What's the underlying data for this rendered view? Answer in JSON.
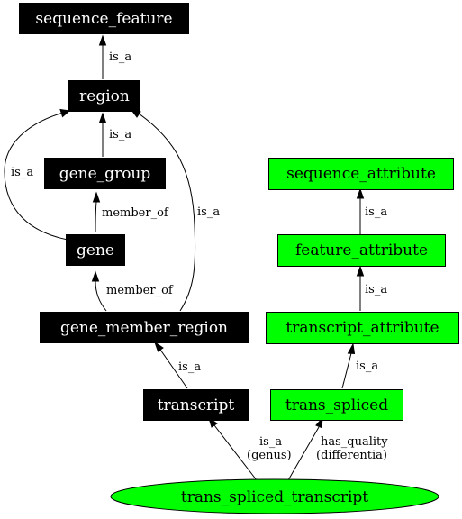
{
  "nodes": {
    "sequence_feature": "sequence_feature",
    "region": "region",
    "gene_group": "gene_group",
    "gene": "gene",
    "gene_member_region": "gene_member_region",
    "transcript": "transcript",
    "sequence_attribute": "sequence_attribute",
    "feature_attribute": "feature_attribute",
    "transcript_attribute": "transcript_attribute",
    "trans_spliced": "trans_spliced",
    "trans_spliced_transcript": "trans_spliced_transcript"
  },
  "edges": {
    "region_sequence_feature": "is_a",
    "gene_group_region": "is_a",
    "gene_region": "is_a",
    "gene_gene_group": "member_of",
    "gene_member_region_region": "is_a",
    "gene_member_region_gene": "member_of",
    "transcript_gene_member_region": "is_a",
    "feature_attribute_sequence_attribute": "is_a",
    "transcript_attribute_feature_attribute": "is_a",
    "trans_spliced_transcript_attribute": "is_a",
    "tst_transcript_line1": "is_a",
    "tst_transcript_line2": "(genus)",
    "tst_trans_spliced_line1": "has_quality",
    "tst_trans_spliced_line2": "(differentia)"
  },
  "colors": {
    "black_node_fill": "#000000",
    "black_node_text": "#ffffff",
    "green_node_fill": "#00ff00",
    "green_node_text": "#000000",
    "edge": "#000000"
  }
}
